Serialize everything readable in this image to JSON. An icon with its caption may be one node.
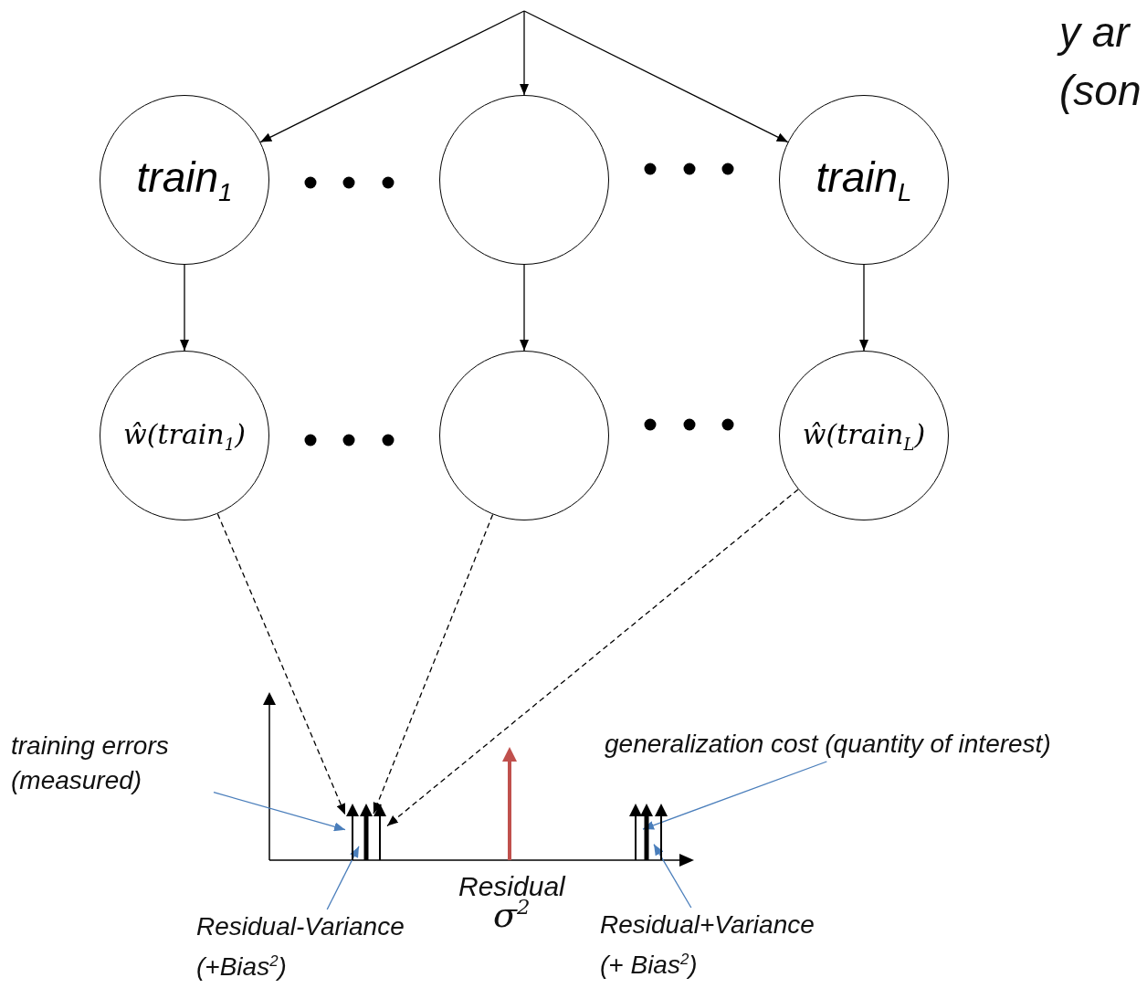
{
  "diagram": {
    "nodes": [
      {
        "text": [
          "train$_{1}$"
        ]
      },
      {
        "text": [],
        "shape": "circle"
      },
      {
        "text": [
          "train$_{L}$"
        ]
      },
      {
        "text": [
          "ŵ(train$_{1}$)"
        ]
      },
      {
        "text": [],
        "shape": "circle"
      },
      {
        "text": [
          "ŵ(train$_{L}$)"
        ]
      },
      {
        "text": [],
        "shape": "bar"
      },
      {
        "text": [],
        "shape": "bar"
      },
      {
        "text": [],
        "shape": "bar"
      },
      {
        "text": [],
        "shape": "bar"
      },
      {
        "text": [],
        "shape": "bar"
      },
      {
        "text": [],
        "shape": "bar"
      },
      {
        "text": [
          "training errors (measured)"
        ]
      },
      {
        "text": [
          "Residual-Variance (+Bias$^{2}$)"
        ]
      },
      {
        "text": [
          "generalization cost (quantity of interest)"
        ]
      },
      {
        "text": [
          "Residual+Variance (+ Bias$^{2}$)"
        ]
      }
    ],
    "edges": [
      {
        "from": null,
        "to": 0,
        "arrow": "to"
      },
      {
        "from": null,
        "to": 1,
        "arrow": "to"
      },
      {
        "from": null,
        "to": 2,
        "arrow": "to"
      },
      {
        "from": 0,
        "to": 3,
        "arrow": "to"
      },
      {
        "from": 1,
        "to": 4,
        "arrow": "to"
      },
      {
        "from": 2,
        "to": 5,
        "arrow": "to"
      },
      {
        "from": 3,
        "to": 6,
        "arrow": "to",
        "style": "dashed"
      },
      {
        "from": 4,
        "to": 7,
        "arrow": "to",
        "style": "dashed"
      },
      {
        "from": 5,
        "to": 8,
        "arrow": "to",
        "style": "dashed"
      },
      {
        "from": 12,
        "to": 6,
        "arrow": "to",
        "color": "#4a7ebb"
      },
      {
        "from": 13,
        "to": 7,
        "arrow": "to",
        "color": "#4a7ebb"
      },
      {
        "from": 14,
        "to": 9,
        "arrow": "to",
        "color": "#4a7ebb"
      },
      {
        "from": 15,
        "to": 10,
        "arrow": "to",
        "color": "#4a7ebb"
      }
    ],
    "labels": [
      "y ar",
      "(son",
      "Residual",
      "σ$^{2}$"
    ]
  }
}
